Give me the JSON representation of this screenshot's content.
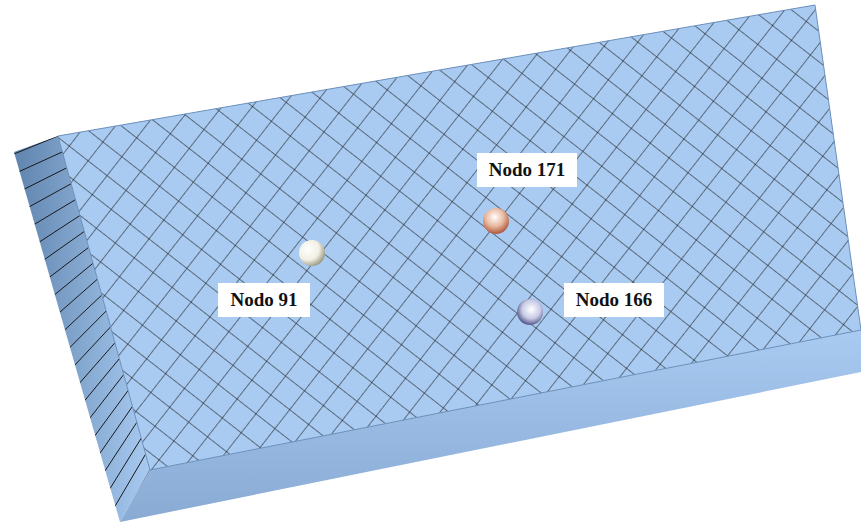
{
  "diagram": {
    "nodes": [
      {
        "text": [
          "Nodo 171"
        ]
      },
      {
        "text": [
          "Nodo 91"
        ]
      },
      {
        "text": [
          "Nodo 166"
        ]
      }
    ]
  }
}
